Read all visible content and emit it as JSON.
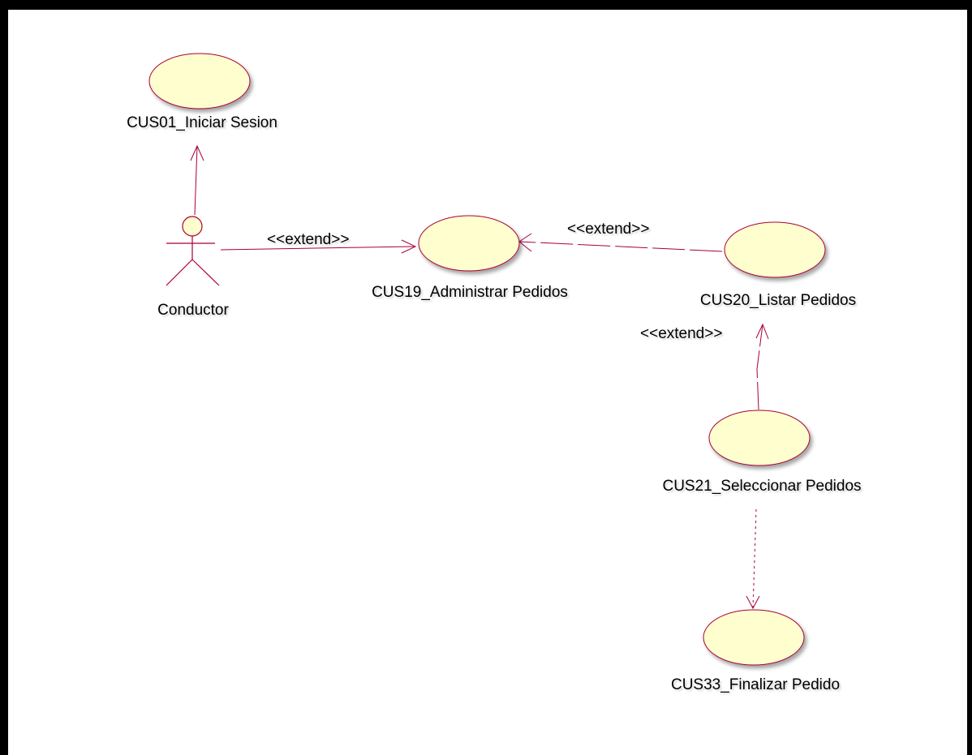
{
  "actor": {
    "name": "Conductor"
  },
  "use_cases": [
    {
      "id": "cus01",
      "label": "CUS01_Iniciar Sesion"
    },
    {
      "id": "cus19",
      "label": "CUS19_Administrar Pedidos"
    },
    {
      "id": "cus20",
      "label": "CUS20_Listar Pedidos"
    },
    {
      "id": "cus21",
      "label": "CUS21_Seleccionar Pedidos"
    },
    {
      "id": "cus33",
      "label": "CUS33_Finalizar Pedido"
    }
  ],
  "relations": [
    {
      "from": "Conductor",
      "to": "CUS01_Iniciar Sesion",
      "label": ""
    },
    {
      "from": "Conductor",
      "to": "CUS19_Administrar Pedidos",
      "label": "<<extend>>"
    },
    {
      "from": "CUS20_Listar Pedidos",
      "to": "CUS19_Administrar Pedidos",
      "label": "<<extend>>"
    },
    {
      "from": "CUS21_Seleccionar Pedidos",
      "to": "CUS20_Listar Pedidos",
      "label": "<<extend>>"
    },
    {
      "from": "CUS21_Seleccionar Pedidos",
      "to": "CUS33_Finalizar Pedido",
      "label": ""
    }
  ],
  "colors": {
    "use_case_fill": "#fefece",
    "line": "#a80036",
    "frame": "#000000"
  }
}
